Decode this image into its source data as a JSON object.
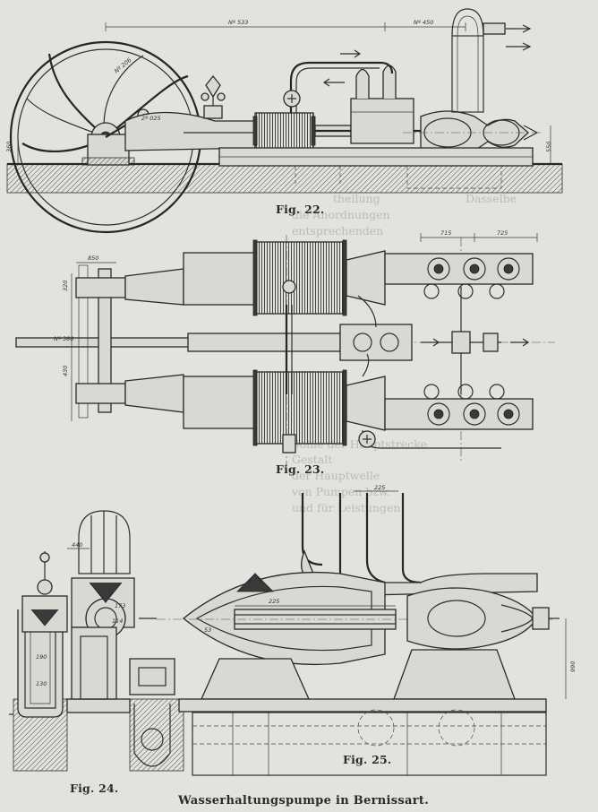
{
  "figures": [
    {
      "id": "fig22",
      "caption": "Fig. 22."
    },
    {
      "id": "fig23",
      "caption": "Fig. 23."
    },
    {
      "id": "fig24",
      "caption": "Fig. 24."
    },
    {
      "id": "fig25",
      "caption": "Fig. 25."
    }
  ],
  "plate_title": "Wasserhaltungspumpe in Bernissart.",
  "dimensions": {
    "fig22": [
      "Nº 533",
      "Nº 450",
      "Nº 206",
      "2º 025",
      "360",
      "550"
    ],
    "fig23": [
      "850",
      "715",
      "725",
      "Nº 380",
      "430",
      "320"
    ],
    "fig24": [
      "440",
      "173",
      "114",
      "190",
      "130"
    ],
    "fig25": [
      "225",
      "225",
      "53",
      "990"
    ]
  },
  "show_through_text": [
    "theilung",
    "Dasselbe",
    "die Anordnungen",
    "entsprechenden",
    "Gestalt",
    "der Hauptwelle",
    "Sohle der Hauptstrecke",
    "von Pumpen bzw.",
    "und für Leistungen"
  ]
}
